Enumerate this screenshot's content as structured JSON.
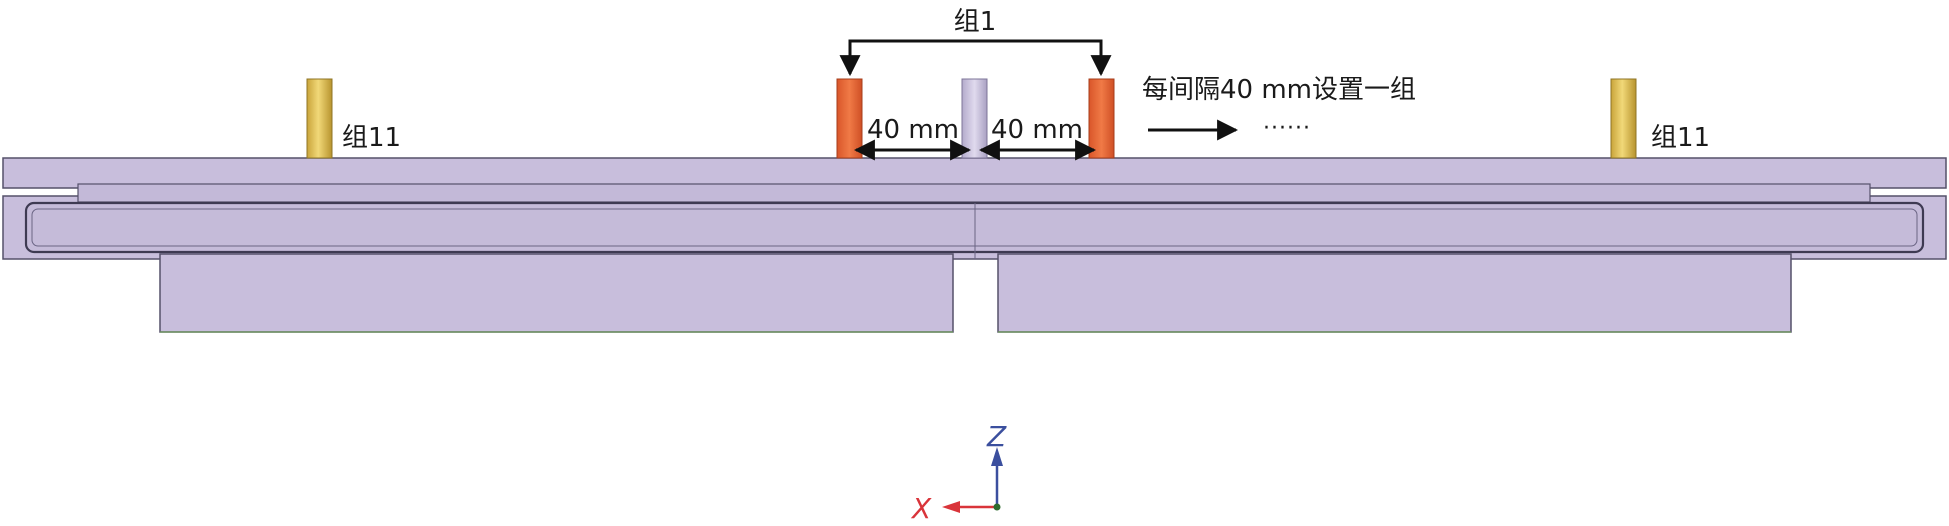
{
  "labels": {
    "group1": "组1",
    "group11_left": "组11",
    "group11_right": "组11",
    "dim_left": "40 mm",
    "dim_right": "40 mm",
    "spacing_note": "每间隔40 mm设置一组",
    "ellipsis": "······"
  },
  "axes": {
    "z_label": "Z",
    "x_label": "X",
    "z_color": "#3b4f9e",
    "x_color": "#d9343a"
  },
  "colors": {
    "plate_fill": "#c8bedc",
    "plate_stroke": "#55506a",
    "rod_orange": "#e8693a",
    "rod_yellow": "#e2c24f",
    "rod_center": "#cbc3dd",
    "arrow": "#111111"
  }
}
